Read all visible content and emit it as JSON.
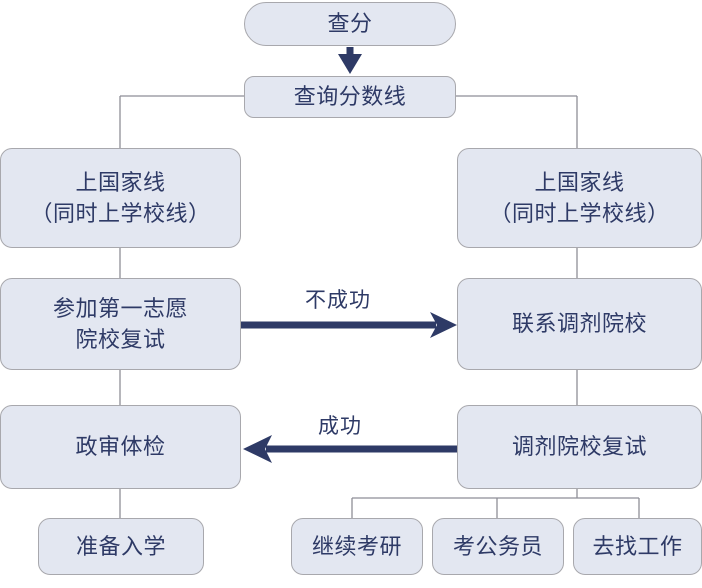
{
  "chart_data": {
    "type": "diagram",
    "title": "",
    "diagram_kind": "flowchart",
    "orientation": "top-down",
    "nodes": [
      {
        "id": "chafen",
        "label": "查分",
        "shape": "stadium",
        "column": "center"
      },
      {
        "id": "chaxun",
        "label": "查询分数线",
        "shape": "rounded-rect",
        "column": "center"
      },
      {
        "id": "guojia_l",
        "label": "上国家线\n（同时上学校线）",
        "shape": "rounded-rect",
        "column": "left"
      },
      {
        "id": "guojia_r",
        "label": "上国家线\n（同时上学校线）",
        "shape": "rounded-rect",
        "column": "right"
      },
      {
        "id": "fushi_l",
        "label": "参加第一志愿\n院校复试",
        "shape": "rounded-rect",
        "column": "left"
      },
      {
        "id": "tiaoji_r",
        "label": "联系调剂院校",
        "shape": "rounded-rect",
        "column": "right"
      },
      {
        "id": "zhengshen",
        "label": "政审体检",
        "shape": "rounded-rect",
        "column": "left"
      },
      {
        "id": "tiaojifushi",
        "label": "调剂院校复试",
        "shape": "rounded-rect",
        "column": "right"
      },
      {
        "id": "ruxue",
        "label": "准备入学",
        "shape": "rounded-rect",
        "column": "left"
      },
      {
        "id": "kaoyan",
        "label": "继续考研",
        "shape": "rounded-rect",
        "column": "bottom-right"
      },
      {
        "id": "gongwuyuan",
        "label": "考公务员",
        "shape": "rounded-rect",
        "column": "bottom-right"
      },
      {
        "id": "gongzuo",
        "label": "去找工作",
        "shape": "rounded-rect",
        "column": "bottom-right"
      }
    ],
    "edges": [
      {
        "from": "chafen",
        "to": "chaxun",
        "label": "",
        "style": "thick-arrow",
        "direction": "down"
      },
      {
        "from": "chaxun",
        "to": "guojia_l",
        "label": "",
        "style": "thin",
        "direction": "down-left"
      },
      {
        "from": "chaxun",
        "to": "guojia_r",
        "label": "",
        "style": "thin",
        "direction": "down-right"
      },
      {
        "from": "guojia_l",
        "to": "fushi_l",
        "label": "",
        "style": "thin",
        "direction": "down"
      },
      {
        "from": "guojia_r",
        "to": "tiaoji_r",
        "label": "",
        "style": "thin",
        "direction": "down"
      },
      {
        "from": "fushi_l",
        "to": "tiaoji_r",
        "label": "不成功",
        "style": "thick-arrow",
        "direction": "right"
      },
      {
        "from": "fushi_l",
        "to": "zhengshen",
        "label": "",
        "style": "thin",
        "direction": "down"
      },
      {
        "from": "tiaoji_r",
        "to": "tiaojifushi",
        "label": "",
        "style": "thin",
        "direction": "down"
      },
      {
        "from": "tiaojifushi",
        "to": "zhengshen",
        "label": "成功",
        "style": "thick-arrow",
        "direction": "left"
      },
      {
        "from": "zhengshen",
        "to": "ruxue",
        "label": "",
        "style": "thin",
        "direction": "down"
      },
      {
        "from": "tiaojifushi",
        "to": "kaoyan",
        "label": "",
        "style": "thin",
        "direction": "down-left"
      },
      {
        "from": "tiaojifushi",
        "to": "gongwuyuan",
        "label": "",
        "style": "thin",
        "direction": "down-left"
      },
      {
        "from": "tiaojifushi",
        "to": "gongzuo",
        "label": "",
        "style": "thin",
        "direction": "down"
      }
    ],
    "colors": {
      "node_fill": "#e3e7f1",
      "node_border": "#a8a8ad",
      "text": "#2e3a66",
      "thin_edge": "#8e8e96",
      "thick_edge": "#2e3a66",
      "background": "#ffffff"
    }
  },
  "nodes": {
    "chafen": {
      "label": "查分"
    },
    "chaxun": {
      "label": "查询分数线"
    },
    "guojia_l": {
      "label": "上国家线\n（同时上学校线）"
    },
    "guojia_r": {
      "label": "上国家线\n（同时上学校线）"
    },
    "fushi_l": {
      "label": "参加第一志愿\n院校复试"
    },
    "tiaoji_r": {
      "label": "联系调剂院校"
    },
    "zhengshen": {
      "label": "政审体检"
    },
    "tiaojifushi": {
      "label": "调剂院校复试"
    },
    "ruxue": {
      "label": "准备入学"
    },
    "kaoyan": {
      "label": "继续考研"
    },
    "gongwuyuan": {
      "label": "考公务员"
    },
    "gongzuo": {
      "label": "去找工作"
    }
  },
  "edge_labels": {
    "fail": "不成功",
    "success": "成功"
  }
}
